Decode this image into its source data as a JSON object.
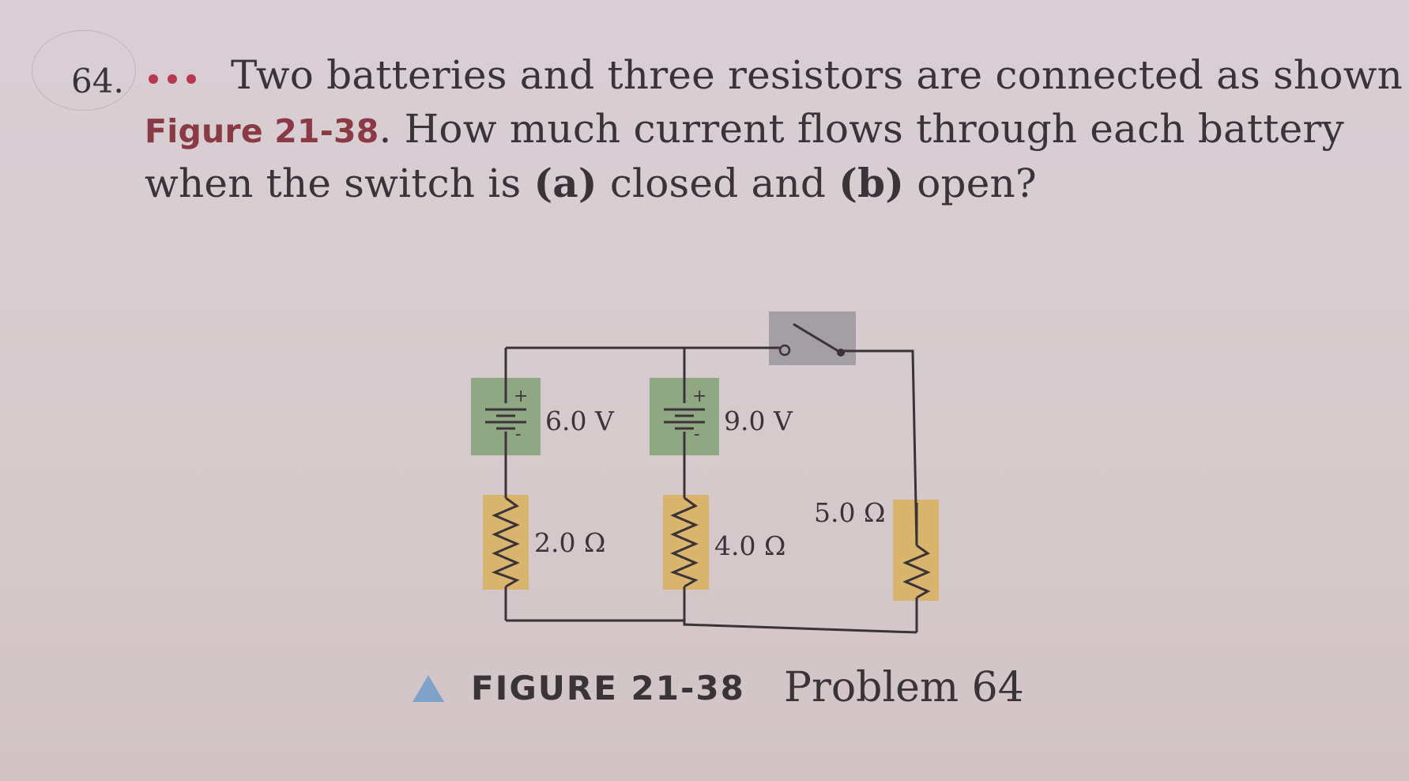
{
  "problem": {
    "number": "64.",
    "difficulty_dots": 3,
    "line1": "Two batteries and three resistors are connected as shown in",
    "figure_ref": "Figure 21-38",
    "line2_rest": ". How much current flows through each battery",
    "line3_pre": "when the switch is ",
    "part_a": "(a)",
    "mid": " closed and ",
    "part_b": "(b)",
    "line3_post": " open?"
  },
  "circuit": {
    "battery1_label": "6.0 V",
    "battery2_label": "9.0 V",
    "resistor1_label": "2.0 Ω",
    "resistor2_label": "4.0 Ω",
    "resistor3_label": "5.0 Ω",
    "plus_sign": "+",
    "minus_sign": "-"
  },
  "caption": {
    "label": "FIGURE 21-38",
    "text": "Problem 64"
  },
  "colors": {
    "ink": "#3a3338",
    "dots": "#b4394e",
    "figure_ref": "#8a3a44",
    "battery_box": "#8fa783",
    "resistor_box": "#d9b46c",
    "switch_box": "#a49fa4",
    "caption_triangle": "#7fa3c8"
  }
}
